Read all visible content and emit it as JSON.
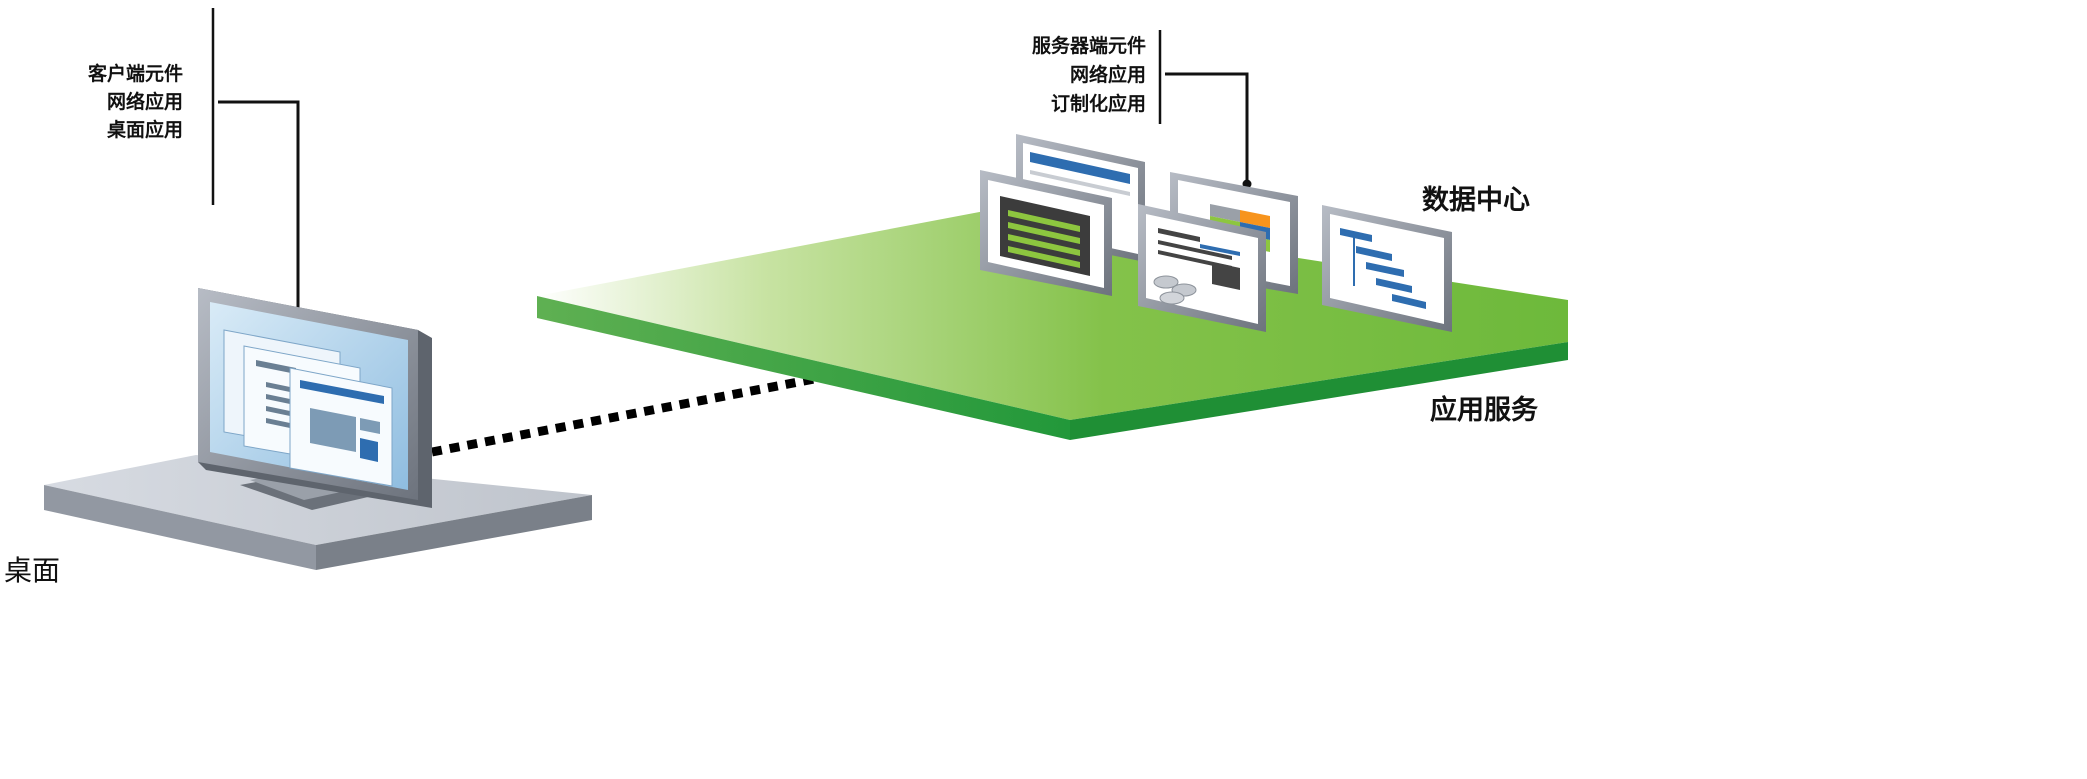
{
  "client": {
    "lines": [
      "客户端元件",
      "网络应用",
      "桌面应用"
    ]
  },
  "server": {
    "lines": [
      "服务器端元件",
      "网络应用",
      "订制化应用"
    ]
  },
  "datacenter_label": "数据中心",
  "appserver_label": "应用服务",
  "desktop_label": "桌面",
  "colors": {
    "platform_green": "#7cc242",
    "platform_green_dark": "#2d9a3a",
    "link_black": "#000000",
    "monitor_gray": "#8a8f99"
  },
  "icons": {
    "workstation": "desktop-monitor-icon",
    "server_screens": [
      "form-window-icon",
      "list-window-icon",
      "chart-window-icon",
      "database-report-icon",
      "gantt-window-icon"
    ]
  }
}
